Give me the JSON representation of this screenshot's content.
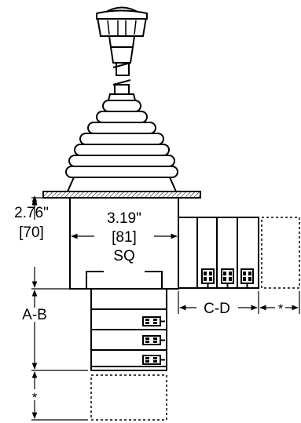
{
  "labels": {
    "height_in": "2.76\"",
    "height_mm": "[70]",
    "width_in": "3.19\"",
    "width_mm": "[81]",
    "width_sq": "SQ",
    "lower_height": "A-B",
    "side_width": "C-D",
    "asterisk_bottom": "*",
    "asterisk_side": "*"
  }
}
